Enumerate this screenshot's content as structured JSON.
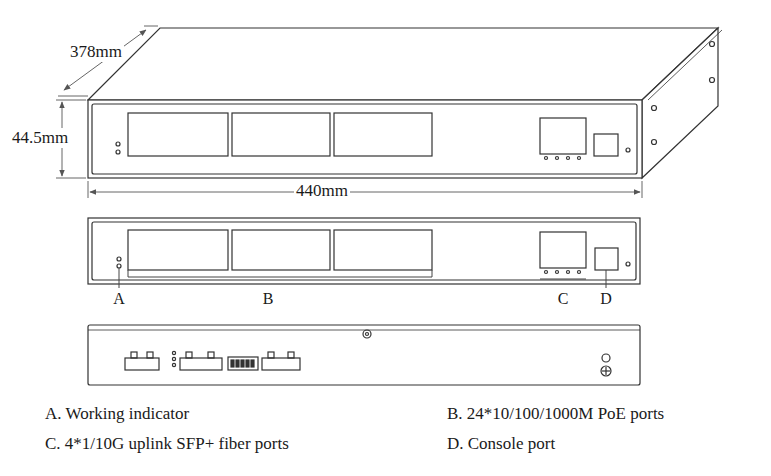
{
  "diagram": {
    "labels": [
      "378mm",
      "44.5mm",
      "440mm",
      "A",
      "B",
      "C",
      "D",
      "A. Working indicator",
      "B. 24*10/100/1000M PoE ports",
      "C. 4*1/10G uplink SFP+ fiber ports",
      "D. Console port"
    ]
  }
}
